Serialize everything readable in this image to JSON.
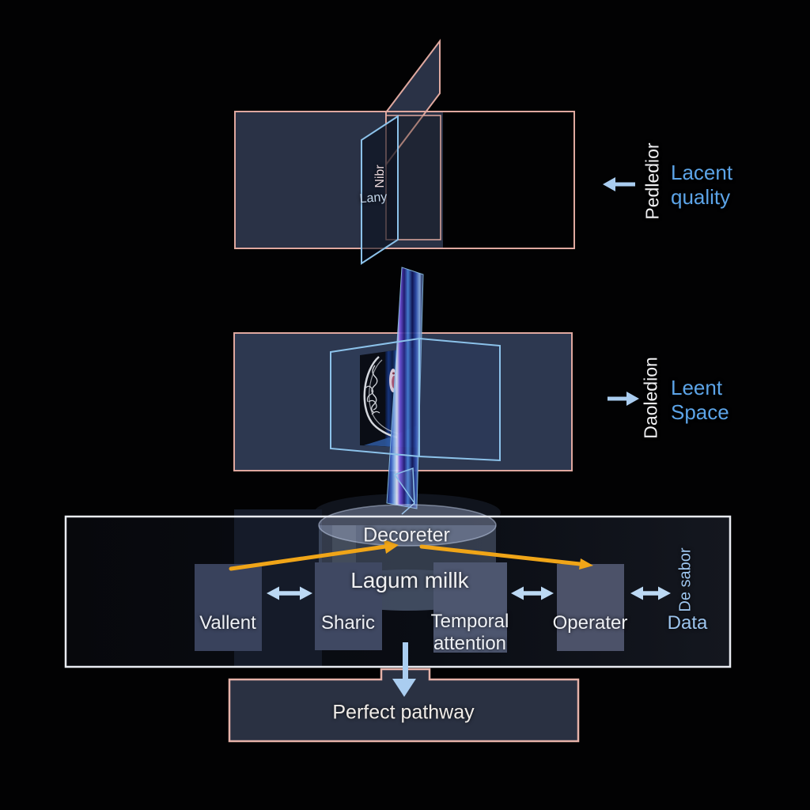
{
  "palette": {
    "background": "#020203",
    "outline_pink": "#e0a9a0",
    "outline_blue": "#8cc2ea",
    "caption_blue": "#5ca4e8",
    "arrow_light_blue": "#aacdf0",
    "arrow_orange": "#f0a518",
    "panel_slate": "#2d3850",
    "box_slate": "#39425c",
    "frame_white": "#e9ecf2"
  },
  "top_block": {
    "plane_vertical_label": "Nibr",
    "plane_label": "Lany",
    "flow_vertical_label": "Pedledior",
    "caption": [
      "Lacent",
      "quality"
    ]
  },
  "middle_block": {
    "flow_vertical_label": "Daoledion",
    "caption": [
      "Leent",
      "Space"
    ]
  },
  "decoder_block": {
    "top_label": "Decoreter",
    "cylinder_label": "Lagum millk",
    "boxes": [
      "Vallent",
      "Sharic",
      "Temporal attention",
      "Operater"
    ],
    "side_label": "Data",
    "side_vertical_label": "De sabor"
  },
  "footer_block": {
    "label": "Perfect pathway"
  }
}
